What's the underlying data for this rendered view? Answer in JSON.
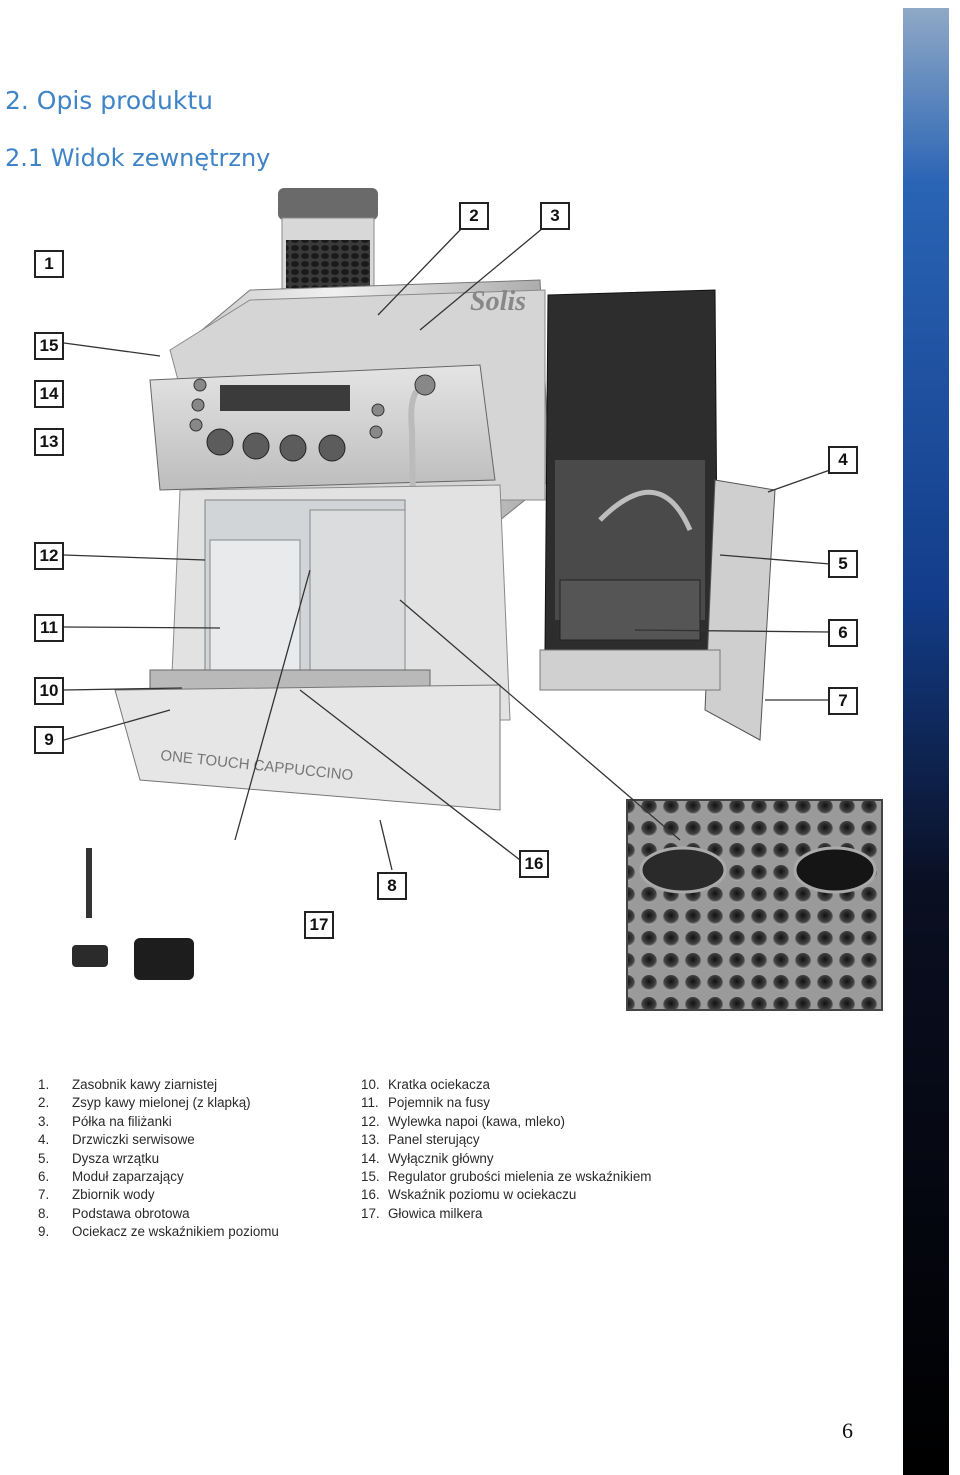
{
  "section": {
    "title": "2.  Opis produktu",
    "subtitle": "2.1  Widok zewnętrzny"
  },
  "figure": {
    "callouts": [
      "1",
      "2",
      "3",
      "4",
      "5",
      "6",
      "7",
      "8",
      "9",
      "10",
      "11",
      "12",
      "13",
      "14",
      "15",
      "16",
      "17"
    ],
    "logo_text": "Solis",
    "model_text": "ONE TOUCH CAPPUCCINO"
  },
  "legend": {
    "left": [
      {
        "num": "1.",
        "text": "Zasobnik kawy ziarnistej"
      },
      {
        "num": "2.",
        "text": "Zsyp kawy mielonej (z klapką)"
      },
      {
        "num": "3.",
        "text": "Półka na filiżanki"
      },
      {
        "num": "4.",
        "text": "Drzwiczki serwisowe"
      },
      {
        "num": "5.",
        "text": "Dysza wrzątku"
      },
      {
        "num": "6.",
        "text": "Moduł zaparzający"
      },
      {
        "num": "7.",
        "text": "Zbiornik wody"
      },
      {
        "num": "8.",
        "text": "Podstawa obrotowa"
      },
      {
        "num": "9.",
        "text": "Ociekacz ze wskaźnikiem poziomu"
      }
    ],
    "right": [
      {
        "num": "10.",
        "text": "Kratka ociekacza"
      },
      {
        "num": "11.",
        "text": "Pojemnik na fusy"
      },
      {
        "num": "12.",
        "text": "Wylewka napoi (kawa, mleko)"
      },
      {
        "num": "13.",
        "text": "Panel sterujący"
      },
      {
        "num": "14.",
        "text": "Wyłącznik główny"
      },
      {
        "num": "15.",
        "text": "Regulator grubości mielenia ze wskaźnikiem"
      },
      {
        "num": "16.",
        "text": "Wskaźnik poziomu w ociekaczu"
      },
      {
        "num": "17.",
        "text": "Głowica milkera"
      }
    ]
  },
  "page_number": "6",
  "colors": {
    "heading": "#3f84c7",
    "sidebar_top": "#2a64b5",
    "sidebar_bottom": "#000000"
  }
}
